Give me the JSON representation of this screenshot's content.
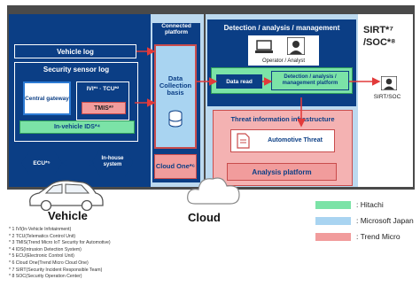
{
  "vehicle": {
    "vehicle_log": "Vehicle log",
    "security_sensor_log": "Security sensor log",
    "central_gateway": "Central gateway",
    "ivi_tcu": "IVI*¹ · TCU*²",
    "tmis": "TMIS*³",
    "in_vehicle_ids": "In-vehicle IDS*⁴",
    "ecu": "ECU*⁵",
    "in_house_system": "In-house system",
    "label": "Vehicle"
  },
  "connected_platform": {
    "title": "Connected platform",
    "data_collection_basis": "Data Collection basis",
    "cloud_one": "Cloud One*⁶"
  },
  "detection": {
    "title": "Detection / analysis / management",
    "operator_analyst": "Operator / Analyst",
    "data_read": "Data read",
    "platform": "Detection / analysis / management platform"
  },
  "threat_info": {
    "title": "Threat information infrastructure",
    "automotive_threat": "Automotive Threat",
    "analysis_platform": "Analysis platform"
  },
  "sirt": {
    "title_line1": "SIRT*⁷",
    "title_line2": "/SOC*⁸",
    "label": "SIRT/SOC"
  },
  "cloud_label": "Cloud",
  "legend": [
    {
      "label": ": Hitachi",
      "color": "#7be3a7"
    },
    {
      "label": ": Microsoft Japan",
      "color": "#a9d4f1"
    },
    {
      "label": ": Trend Micro",
      "color": "#f19c9c"
    }
  ],
  "footnotes": [
    "* 1 IVI(In-Vehicle Infotainment)",
    "* 2 TCU(Telematics Control Unit)",
    "* 3 TMIS(Trend Micro IoT Security for Automotive)",
    "* 4 IDS(Intrusion Detection System)",
    "* 5 ECU(Electronic Control Unit)",
    "* 6 Cloud One(Trend Micro Cloud One)",
    "* 7 SIRT(Security Incident Responsible Team)",
    "* 8 SOC(Security Operation Center)"
  ]
}
